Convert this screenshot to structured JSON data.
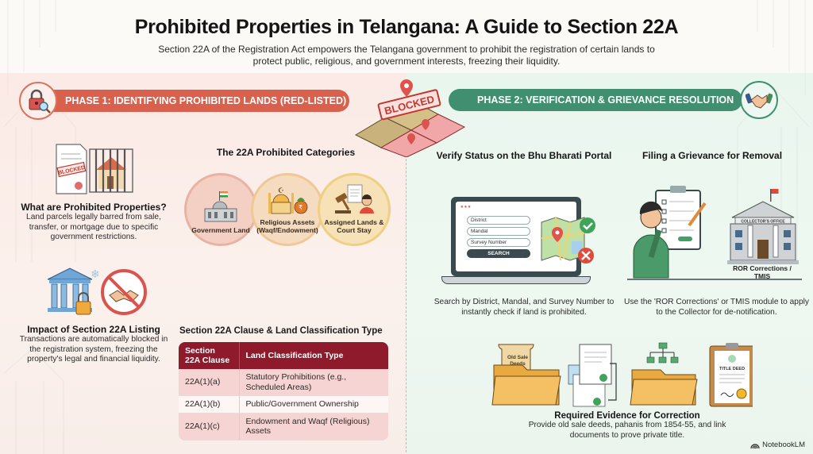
{
  "header": {
    "title": "Prohibited Properties in Telangana: A Guide to Section 22A",
    "subtitle": "Section 22A of the Registration Act empowers the Telangana government to prohibit the registration of certain lands to protect public, religious, and government interests, freezing their liquidity."
  },
  "colors": {
    "phase1_accent": "#d9604c",
    "phase2_accent": "#3f8f70",
    "table_header": "#8e1a2b",
    "table_row_tint": "#f6d4d3"
  },
  "phase1": {
    "banner": "PHASE 1: IDENTIFYING PROHIBITED LANDS (RED-LISTED)",
    "icon": "lock-magnifier-icon",
    "blocked_stamp": "BLOCKED",
    "what": {
      "stamp": "BLOCKED",
      "title": "What are Prohibited Properties?",
      "text": "Land parcels legally barred from sale, transfer, or mortgage due to specific government restrictions."
    },
    "impact": {
      "title": "Impact of Section 22A Listing",
      "text": "Transactions are automatically blocked in the registration system, freezing the property's legal and financial liquidity."
    },
    "categories": {
      "title": "The 22A Prohibited Categories",
      "items": [
        {
          "label": "Government Land",
          "icon": "government-building-icon"
        },
        {
          "label": "Religious Assets (Waqf/Endowment)",
          "icon": "mosque-temple-icon"
        },
        {
          "label": "Assigned Lands & Court Stay",
          "icon": "gavel-icon"
        }
      ]
    },
    "table": {
      "title": "Section 22A Clause & Land Classification Type",
      "headers": [
        "Section 22A Clause",
        "Land Classification Type"
      ],
      "rows": [
        [
          "22A(1)(a)",
          "Statutory Prohibitions (e.g., Scheduled Areas)"
        ],
        [
          "22A(1)(b)",
          "Public/Government Ownership"
        ],
        [
          "22A(1)(c)",
          "Endowment and Waqf (Religious) Assets"
        ]
      ]
    }
  },
  "phase2": {
    "banner": "PHASE 2: VERIFICATION & GRIEVANCE RESOLUTION",
    "icon": "handshake-icon",
    "verify": {
      "title": "Verify Status on the Bhu Bharati Portal",
      "fields": [
        "District",
        "Mandal",
        "Survey Number"
      ],
      "button": "SEARCH",
      "text": "Search by District, Mandal, and Survey Number to instantly check if land is prohibited."
    },
    "grievance": {
      "title": "Filing a Grievance for Removal",
      "office_sign": "COLLECTOR'S OFFICE",
      "office_label": "ROR Corrections / TMIS",
      "text": "Use the 'ROR Corrections' or TMIS module to apply to the Collector for de-notification."
    },
    "evidence": {
      "folder_label": "Old Sale Deeds",
      "deed_label": "TITLE DEED",
      "title": "Required Evidence for Correction",
      "text": "Provide old sale deeds, pahanis from 1854-55, and link documents to prove private title."
    }
  },
  "footer": {
    "brand": "NotebookLM"
  }
}
